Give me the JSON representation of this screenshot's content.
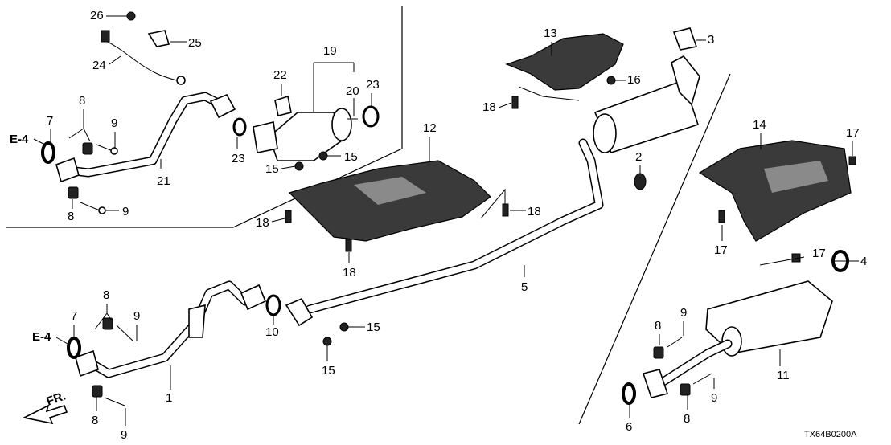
{
  "diagram": {
    "code": "TX64B0200A",
    "direction_label": "FR.",
    "ref_label": "E-4",
    "callouts": [
      {
        "id": "c26a",
        "text": "26"
      },
      {
        "id": "c25",
        "text": "25"
      },
      {
        "id": "c24",
        "text": "24"
      },
      {
        "id": "c22",
        "text": "22"
      },
      {
        "id": "c19",
        "text": "19"
      },
      {
        "id": "c20",
        "text": "20"
      },
      {
        "id": "c23a",
        "text": "23"
      },
      {
        "id": "c23b",
        "text": "23"
      },
      {
        "id": "c15a",
        "text": "15"
      },
      {
        "id": "c15b",
        "text": "15"
      },
      {
        "id": "c8a",
        "text": "8"
      },
      {
        "id": "c9a",
        "text": "9"
      },
      {
        "id": "c7a",
        "text": "7"
      },
      {
        "id": "c21",
        "text": "21"
      },
      {
        "id": "c8b",
        "text": "8"
      },
      {
        "id": "c9b",
        "text": "9"
      },
      {
        "id": "c13",
        "text": "13"
      },
      {
        "id": "c16",
        "text": "16"
      },
      {
        "id": "c18a",
        "text": "18"
      },
      {
        "id": "c3",
        "text": "3"
      },
      {
        "id": "c12",
        "text": "12"
      },
      {
        "id": "c18b",
        "text": "18"
      },
      {
        "id": "c18c",
        "text": "18"
      },
      {
        "id": "c18d",
        "text": "18"
      },
      {
        "id": "c2",
        "text": "2"
      },
      {
        "id": "c14",
        "text": "14"
      },
      {
        "id": "c17a",
        "text": "17"
      },
      {
        "id": "c17b",
        "text": "17"
      },
      {
        "id": "c17c",
        "text": "17"
      },
      {
        "id": "c4",
        "text": "4"
      },
      {
        "id": "c5",
        "text": "5"
      },
      {
        "id": "c8c",
        "text": "8"
      },
      {
        "id": "c9c",
        "text": "9"
      },
      {
        "id": "c7b",
        "text": "7"
      },
      {
        "id": "c10",
        "text": "10"
      },
      {
        "id": "c15c",
        "text": "15"
      },
      {
        "id": "c15d",
        "text": "15"
      },
      {
        "id": "c1",
        "text": "1"
      },
      {
        "id": "c8d",
        "text": "8"
      },
      {
        "id": "c9d",
        "text": "9"
      },
      {
        "id": "c8e",
        "text": "8"
      },
      {
        "id": "c9e",
        "text": "9"
      },
      {
        "id": "c11",
        "text": "11"
      },
      {
        "id": "c6",
        "text": "6"
      },
      {
        "id": "c8f",
        "text": "8"
      },
      {
        "id": "c9f",
        "text": "9"
      }
    ]
  }
}
